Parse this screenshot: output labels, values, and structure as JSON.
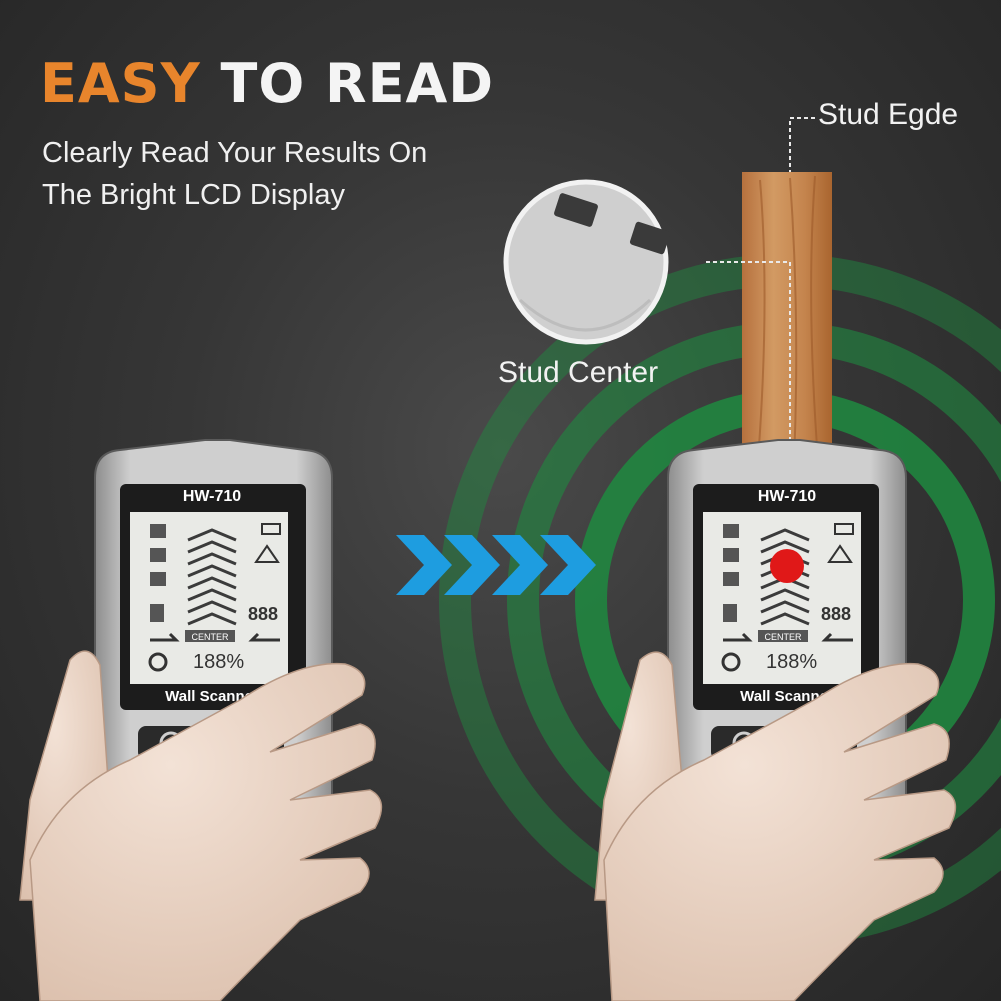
{
  "headline": {
    "accent": "EASY",
    "rest": " TO READ"
  },
  "subtitle": {
    "line1": "Clearly Read Your Results On",
    "line2": "The Bright LCD Display"
  },
  "labels": {
    "stud_edge": "Stud Egde",
    "stud_center": "Stud Center"
  },
  "device_left": {
    "model": "HW-710",
    "name": "Wall Scanner",
    "center": "CENTER",
    "depth": "888",
    "percent": "188%"
  },
  "device_right": {
    "model": "HW-710",
    "name": "Wall Scanner",
    "center": "CENTER",
    "depth": "888",
    "percent": "188%"
  },
  "colors": {
    "accent": "#e8852c",
    "arrows": "#1e9de0",
    "signal": "#1f9a45",
    "indicator": "#e01818",
    "wood": "#c98a55"
  }
}
